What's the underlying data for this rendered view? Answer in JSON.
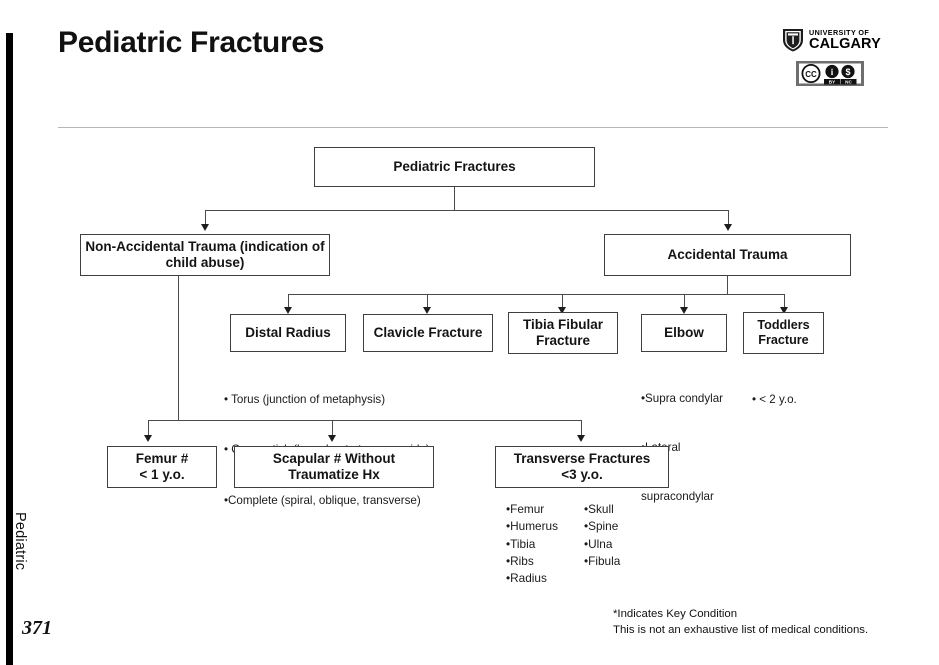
{
  "header": {
    "title": "Pediatric Fractures",
    "logo": {
      "line1": "UNIVERSITY OF",
      "line2": "CALGARY",
      "shield_icon": "uofc-shield-icon"
    },
    "license": {
      "badge_icon": "creative-commons-by-nc-icon",
      "cc": "CC",
      "by": "BY",
      "nc": "NC"
    }
  },
  "flowchart": {
    "root": "Pediatric Fractures",
    "level2": {
      "left": "Non-Accidental Trauma (indication of child abuse)",
      "right": "Accidental Trauma"
    },
    "accidental_children": [
      "Distal Radius",
      "Clavicle Fracture",
      "Tibia Fibular Fracture",
      "Elbow",
      "Toddlers Fracture"
    ],
    "distal_radius_notes": [
      "• Torus (junction of metaphysis)",
      "• Green stick (bone bent at convex side)",
      "•Complete (spiral, oblique, transverse)"
    ],
    "elbow_notes": [
      "•Supra condylar",
      "•Lateral",
      "supracondylar"
    ],
    "toddlers_notes": [
      "• < 2 y.o."
    ],
    "nat_children": [
      {
        "line1": "Femur #",
        "line2": "< 1 y.o."
      },
      {
        "line1": "Scapular # Without",
        "line2": "Traumatize Hx"
      },
      {
        "line1": "Transverse Fractures",
        "line2": "<3 y.o."
      }
    ],
    "transverse_notes_col1": [
      "•Femur",
      "•Humerus",
      "•Tibia",
      "•Ribs",
      "•Radius"
    ],
    "transverse_notes_col2": [
      "•Skull",
      "•Spine",
      "•Ulna",
      "•Fibula"
    ]
  },
  "footer": {
    "line1": "*Indicates Key Condition",
    "line2": "This is not an exhaustive list of medical conditions.",
    "side_label": "Pediatric",
    "page_number": "371"
  },
  "colors": {
    "spine": "#000000",
    "box_border": "#3f3f3f",
    "connector": "#4a4a4a",
    "divider": "#b6b6b6",
    "logo_gray": "#6e6e6e"
  }
}
